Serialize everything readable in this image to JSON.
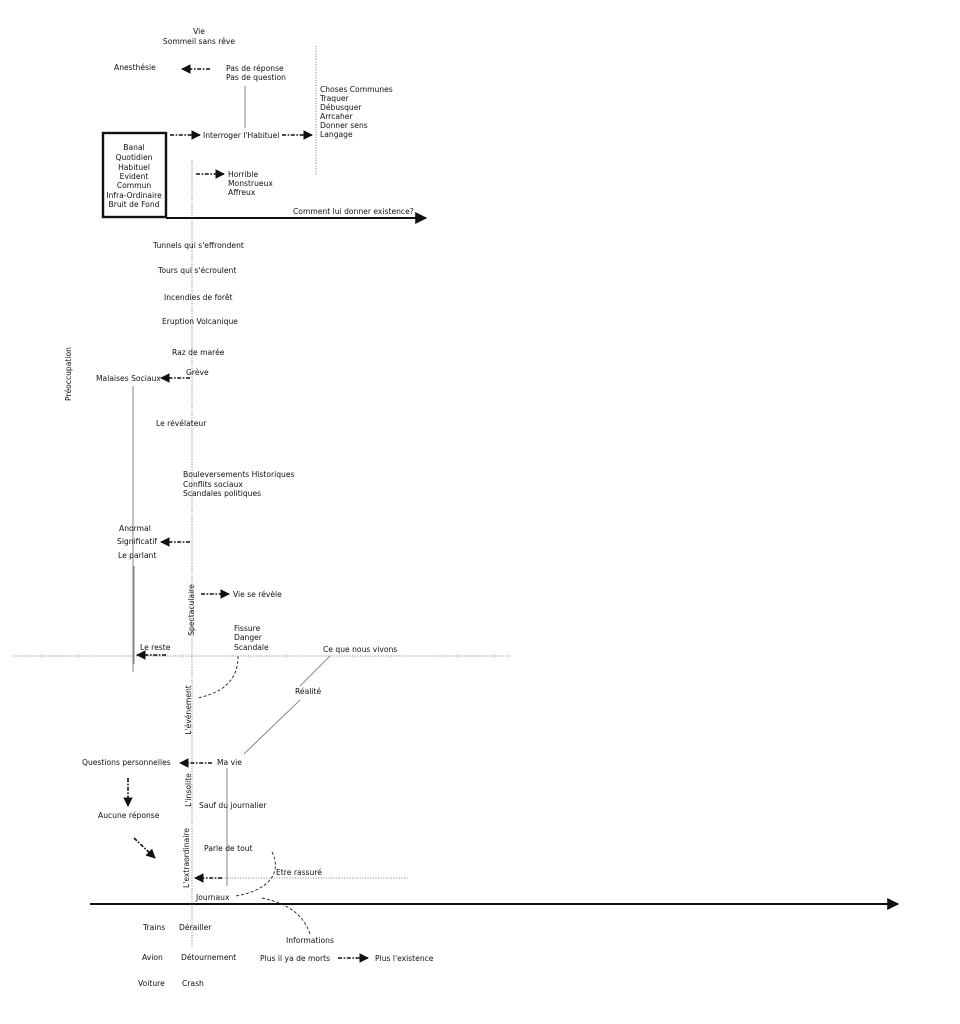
{
  "labels": {
    "vie": "Vie",
    "sommeil": "Sommeil sans rêve",
    "anesthesie": "Anesthésie",
    "pas_reponse": "Pas de réponse",
    "pas_question": "Pas de question",
    "choses_communes": [
      "Choses Communes",
      "Traquer",
      "Débusquer",
      "Arrcaher",
      "Donner sens",
      "Langage"
    ],
    "interroger": "Interroger l'Habituel",
    "box_items": [
      "Banal",
      "Quotidien",
      "Habituel",
      "Evident",
      "Commun",
      "Infra-Ordinaire",
      "Bruit de Fond"
    ],
    "horrible": [
      "Horrible",
      "Monstrueux",
      "Affreux"
    ],
    "comment": "Comment lui donner existence?",
    "tunnels": "Tunnels qui s'effrondent",
    "tours": "Tours qui s'écroulent",
    "incendies": "Incendies de forêt",
    "eruption": "Eruption Volcanique",
    "raz": "Raz de marée",
    "greve": "Grève",
    "malaises": "Malaises Sociaux",
    "preoccupation": "Préoccupation",
    "revelateur": "Le révélateur",
    "bouleversements": [
      "Bouleversements Historiques",
      "Conflits sociaux",
      "Scandales politiques"
    ],
    "anormal": "Anormal",
    "significatif": "Significatif",
    "parlant": "Le parlant",
    "spectaculaire": "Spectaculaire",
    "vie_revele": "Vie se révèle",
    "fissure": [
      "Fissure",
      "Danger",
      "Scandale"
    ],
    "reste": "Le reste",
    "ce_que": "Ce que nous vivons",
    "realite": "Réalité",
    "evenement": "L'événement",
    "questions": "Questions personnelles",
    "ma_vie": "Ma vie",
    "insolite": "L'insolite",
    "aucune": "Aucune réponse",
    "sauf": "Sauf du journalier",
    "parle": "Parle de tout",
    "extraordinaire": "L'extraordinaire",
    "rassure": "Etre rassuré",
    "journaux": "Journaux",
    "trains": "Trains",
    "derailler": "Dérailler",
    "informations": "Informations",
    "avion": "Avion",
    "detournement": "Détournement",
    "plus_morts": "Plus il ya de morts",
    "plus_existence": "Plus l'existence",
    "voiture": "Voiture",
    "crash": "Crash"
  }
}
